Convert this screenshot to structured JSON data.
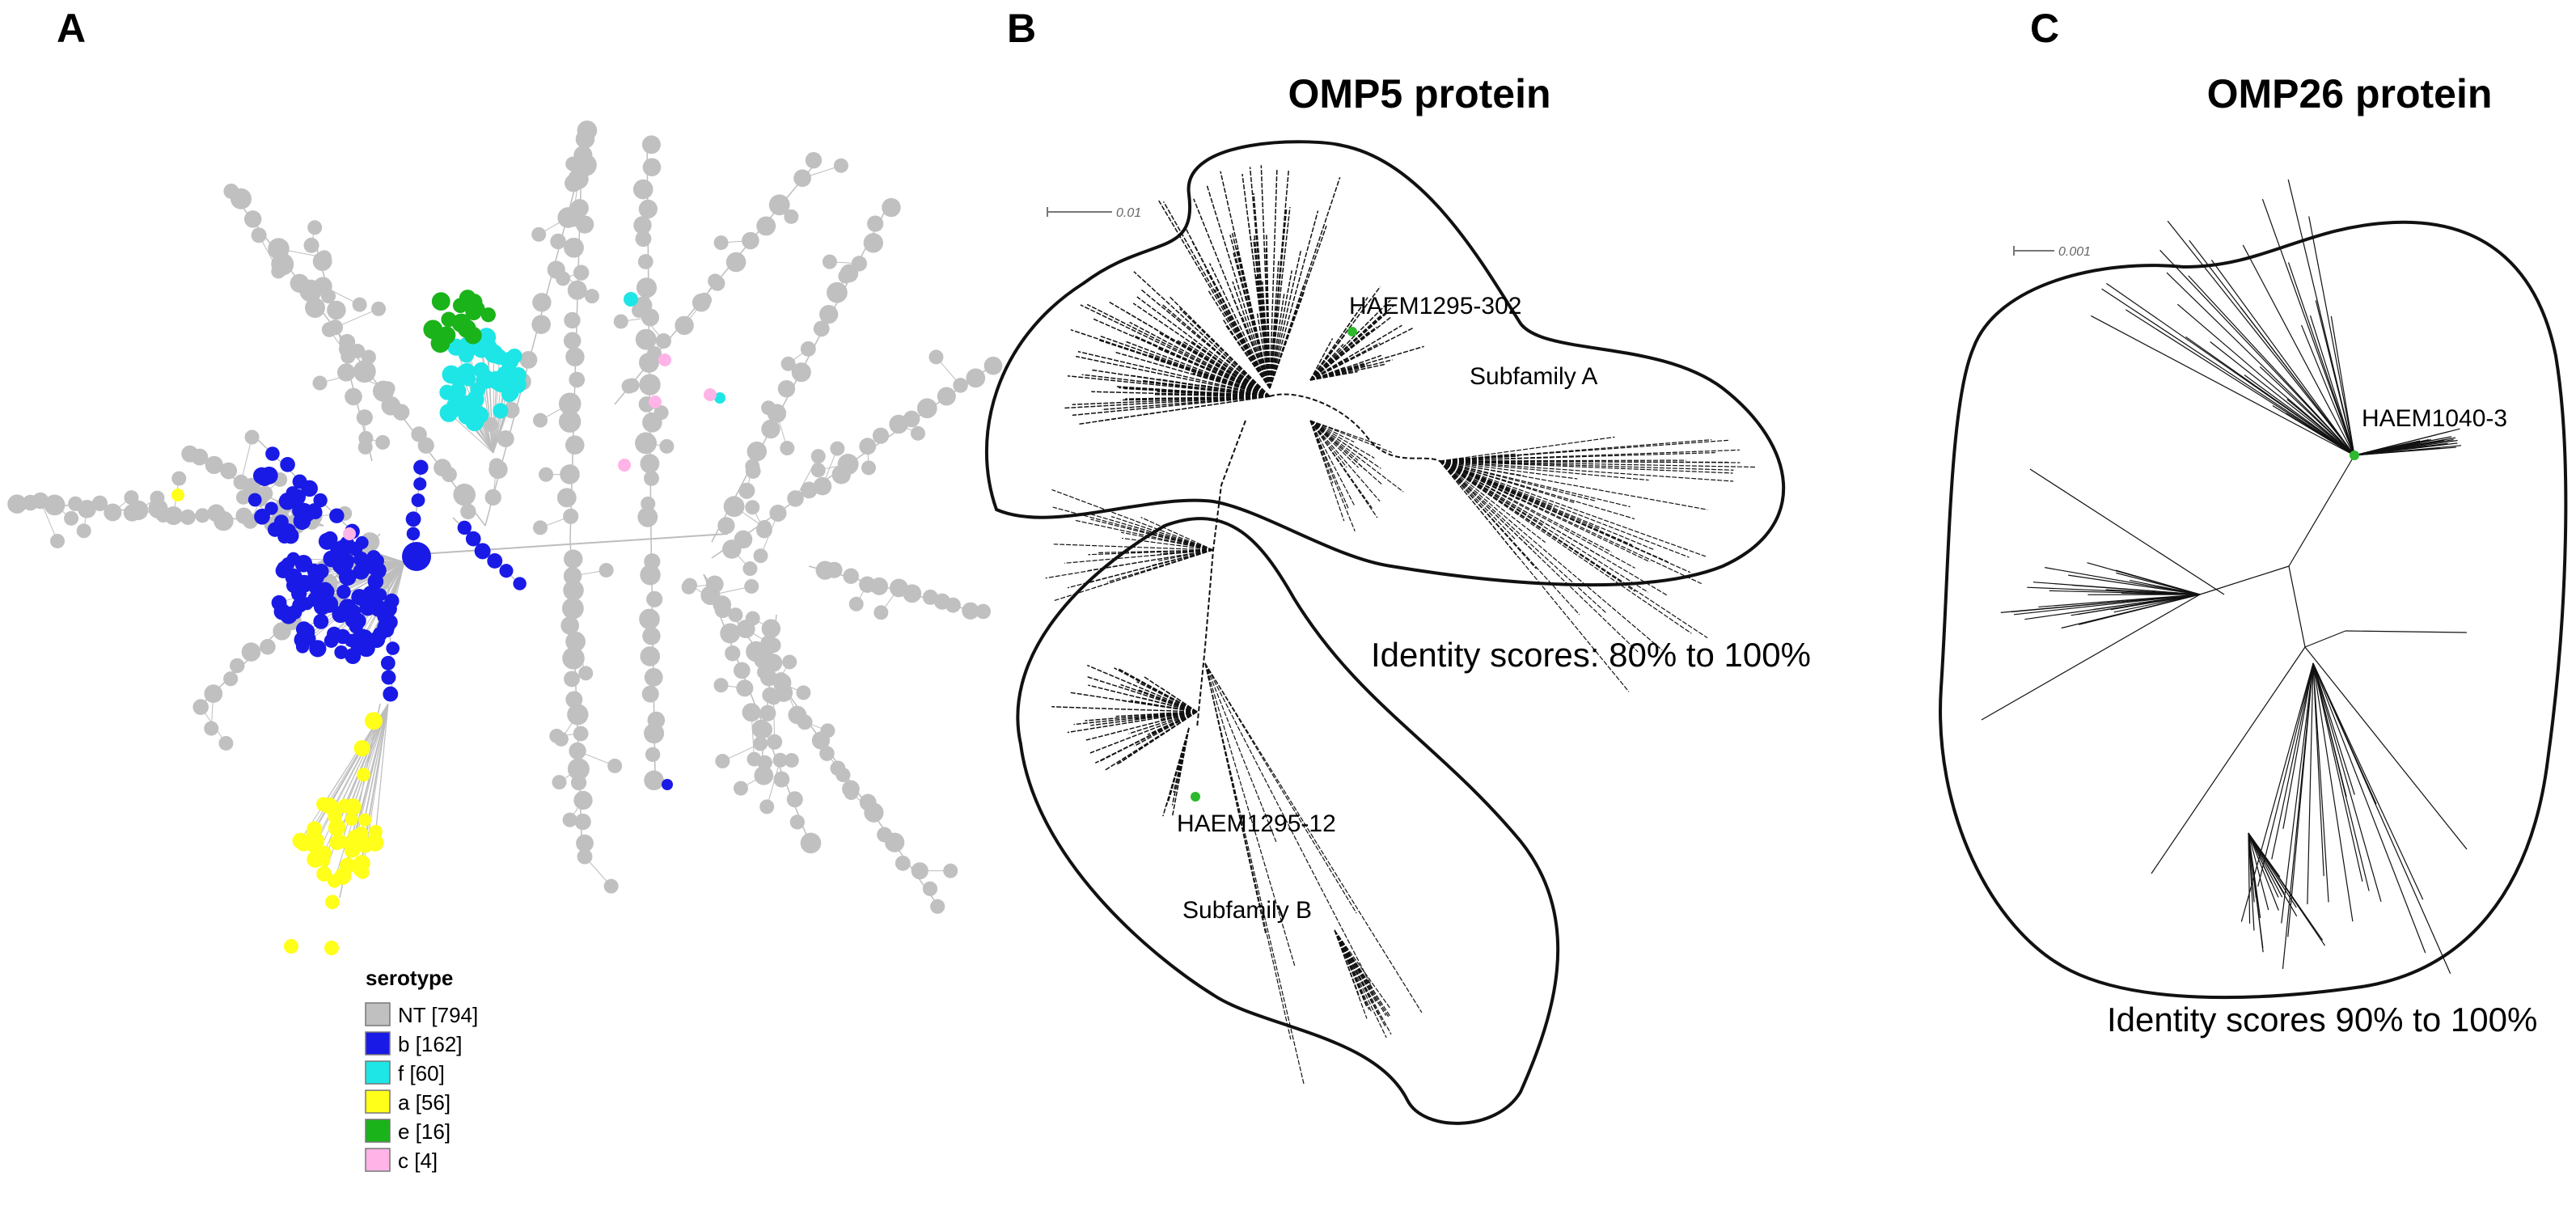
{
  "panels": {
    "a": {
      "letter": "A"
    },
    "b": {
      "letter": "B",
      "title": "OMP5 protein",
      "scale": "0.01",
      "labels": {
        "taxon_a": "HAEM1295-302",
        "taxon_b": "HAEM1295-12",
        "subfamily_a": "Subfamily A",
        "subfamily_b": "Subfamily B"
      },
      "identity": "Identity scores: 80% to 100%"
    },
    "c": {
      "letter": "C",
      "title": "OMP26 protein",
      "scale": "0.001",
      "labels": {
        "taxon": "HAEM1040-3"
      },
      "identity": "Identity scores 90% to 100%"
    }
  },
  "legend": {
    "title": "serotype",
    "items": [
      {
        "label": "NT [794]",
        "color": "#c0c0c0"
      },
      {
        "label": "b [162]",
        "color": "#1a1ae6"
      },
      {
        "label": "f [60]",
        "color": "#1ee6e6"
      },
      {
        "label": "a [56]",
        "color": "#ffff1a"
      },
      {
        "label": "e [16]",
        "color": "#1ab31a"
      },
      {
        "label": "c [4]",
        "color": "#ffb3e6"
      }
    ]
  },
  "colors": {
    "nt": "#c0c0c0",
    "b": "#1a1ae6",
    "f": "#1ee6e6",
    "a": "#ffff1a",
    "e": "#1ab31a",
    "c": "#ffb3e6",
    "marker": "#2db82d",
    "edge": "#bdbdbd"
  }
}
